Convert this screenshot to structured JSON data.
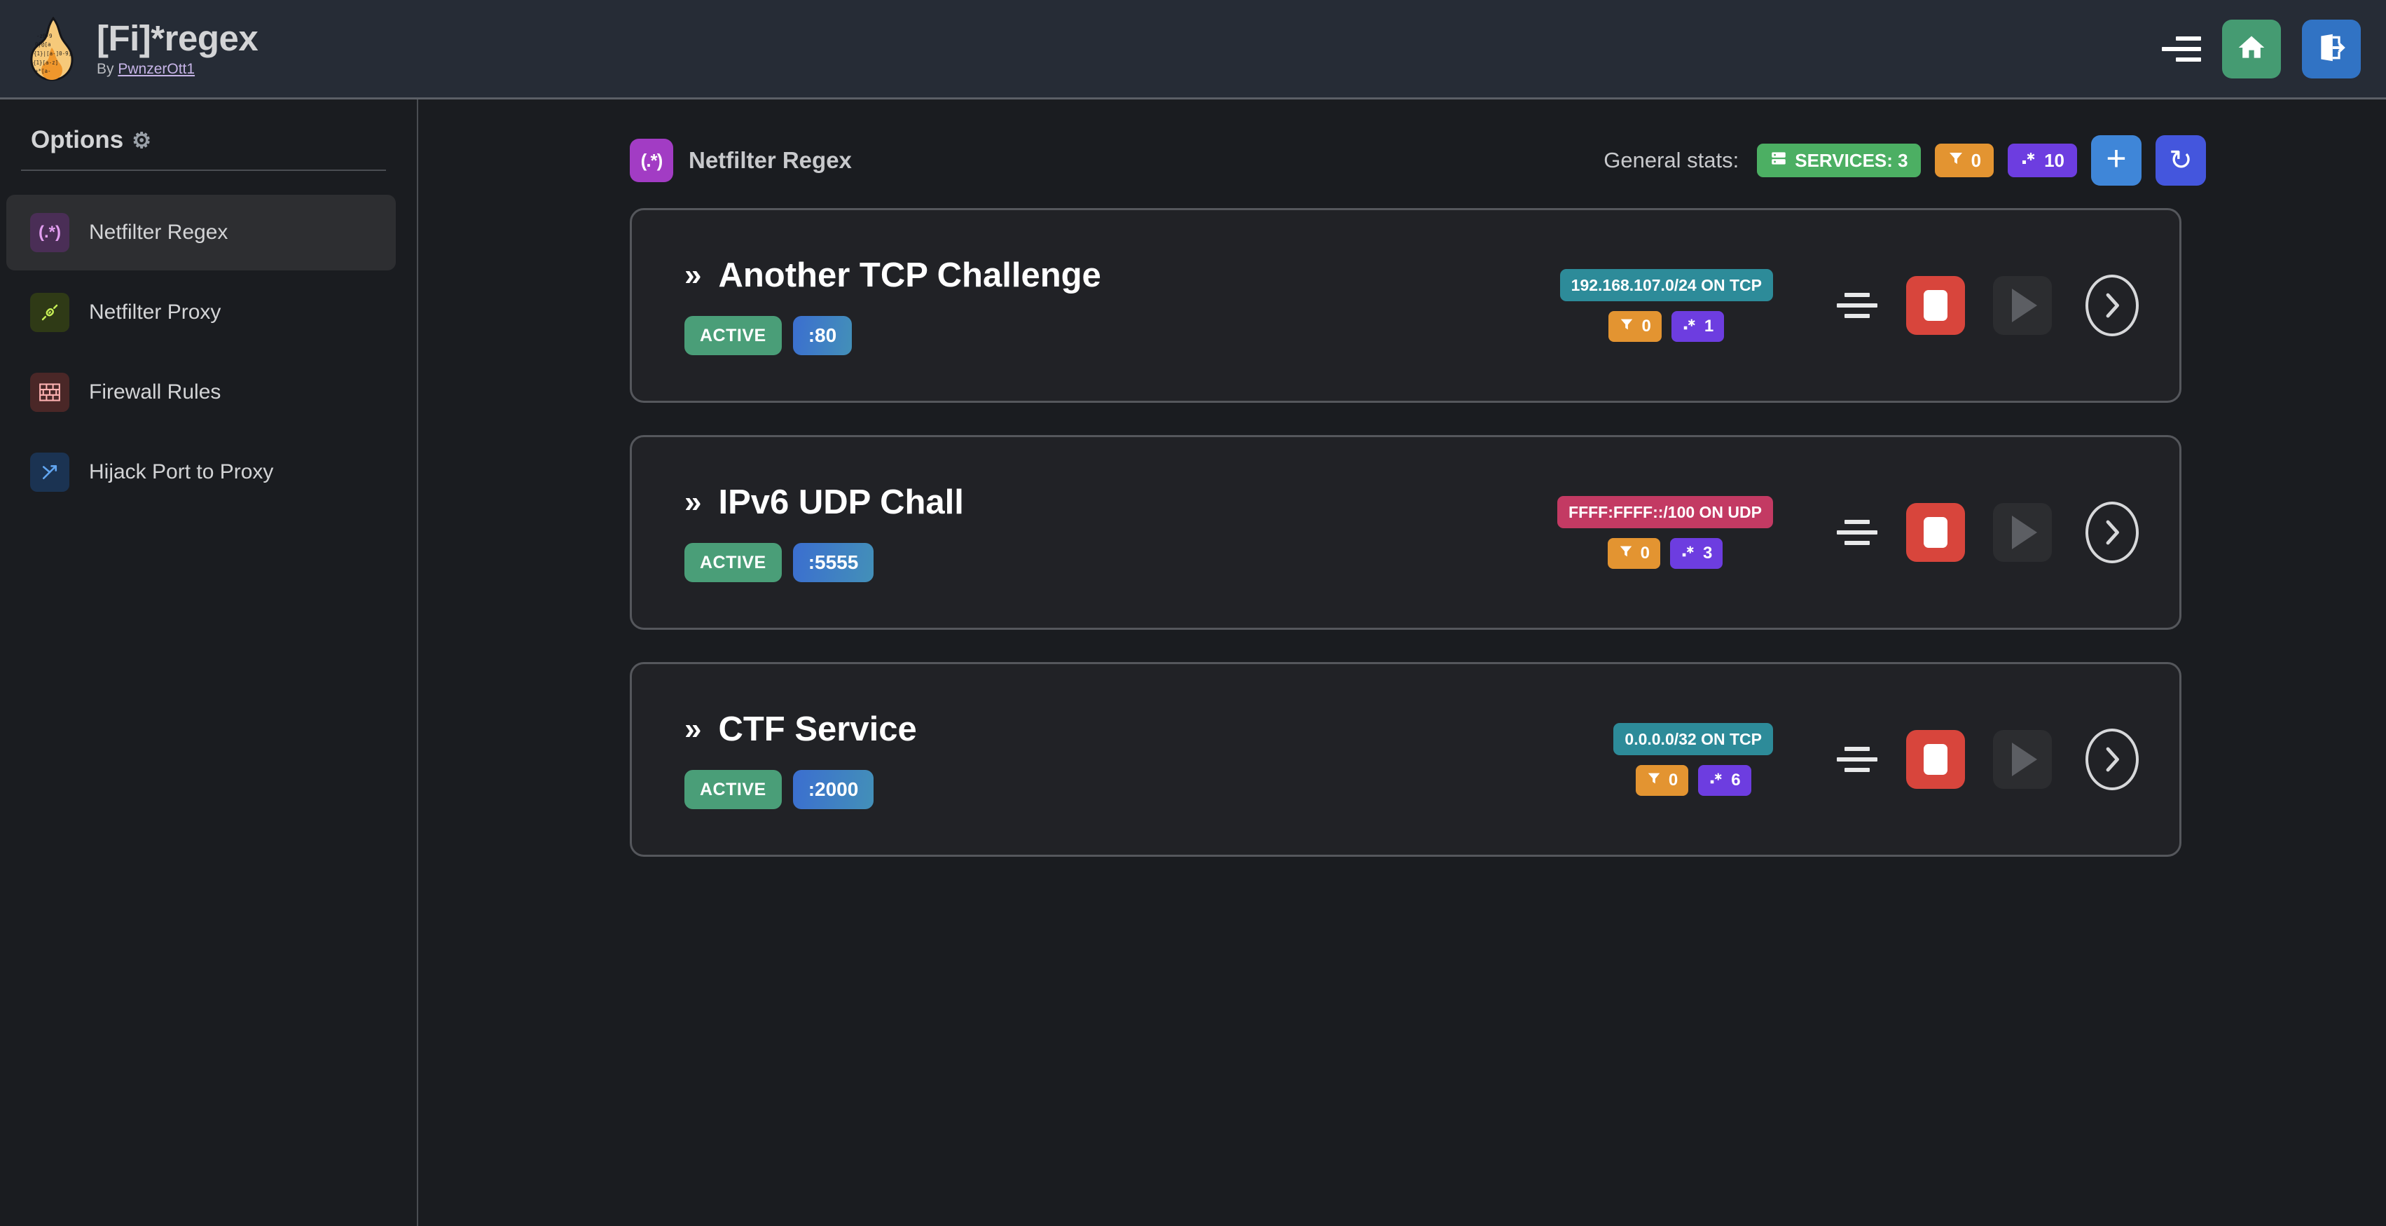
{
  "header": {
    "title": "[Fi]*regex",
    "by_prefix": "By ",
    "author": "PwnzerOtt1",
    "logo_icon": "flame-regex-logo",
    "menu_icon": "hamburger-menu-icon",
    "home_icon": "home-icon",
    "logout_icon": "logout-icon",
    "bg_color": "#262c36",
    "home_color": "#459b72",
    "logout_color": "#3173c4"
  },
  "sidebar": {
    "title": "Options",
    "gear_icon": "gear-icon",
    "items": [
      {
        "label": "Netfilter Regex",
        "icon": "regex-icon",
        "glyph": "(.*)",
        "active": true
      },
      {
        "label": "Netfilter Proxy",
        "icon": "plug-icon",
        "glyph": "⚭",
        "active": false
      },
      {
        "label": "Firewall Rules",
        "icon": "brick-wall-icon",
        "glyph": "▦",
        "active": false
      },
      {
        "label": "Hijack Port to Proxy",
        "icon": "route-fork-icon",
        "glyph": "⎇",
        "active": false
      }
    ]
  },
  "content": {
    "icon": "regex-icon",
    "icon_glyph": "(.*)",
    "title": "Netfilter Regex",
    "stats_label": "General stats:",
    "stats": [
      {
        "name": "services-count",
        "icon": "server-icon",
        "label": "SERVICES: 3",
        "color": "#4caf63"
      },
      {
        "name": "filters-count",
        "icon": "filter-icon",
        "label": "0",
        "color": "#e39431"
      },
      {
        "name": "regex-count",
        "icon": "regex-small-icon",
        "label": "10",
        "color": "#6d3de0"
      }
    ],
    "add_button": {
      "icon": "plus-icon",
      "label": "+",
      "color": "#3f86d8"
    },
    "refresh_button": {
      "icon": "refresh-icon",
      "label": "↻",
      "color": "#4456dd"
    }
  },
  "services": [
    {
      "name": "Another TCP Challenge",
      "chevron": "»",
      "status": "ACTIVE",
      "port": ":80",
      "network": "192.168.107.0/24 ON TCP",
      "protocol": "tcp",
      "filters": "0",
      "regexes": "1",
      "menu_icon": "align-menu-icon",
      "stop_icon": "stop-icon",
      "play_icon": "play-icon",
      "open_icon": "chevron-right-icon"
    },
    {
      "name": "IPv6 UDP Chall",
      "chevron": "»",
      "status": "ACTIVE",
      "port": ":5555",
      "network": "FFFF:FFFF::/100 ON UDP",
      "protocol": "udp",
      "filters": "0",
      "regexes": "3",
      "menu_icon": "align-menu-icon",
      "stop_icon": "stop-icon",
      "play_icon": "play-icon",
      "open_icon": "chevron-right-icon"
    },
    {
      "name": "CTF Service",
      "chevron": "»",
      "status": "ACTIVE",
      "port": ":2000",
      "network": "0.0.0.0/32 ON TCP",
      "protocol": "tcp",
      "filters": "0",
      "regexes": "6",
      "menu_icon": "align-menu-icon",
      "stop_icon": "stop-icon",
      "play_icon": "play-icon",
      "open_icon": "chevron-right-icon"
    }
  ],
  "colors": {
    "page_bg": "#1a1c20",
    "card_bg": "#212226",
    "card_border": "#55575c",
    "accent_purple": "#a23cc4",
    "status_green": "#4a9e78",
    "stop_red": "#d8453c",
    "tcp_teal": "#2d8b99",
    "udp_pink": "#c33a63"
  }
}
